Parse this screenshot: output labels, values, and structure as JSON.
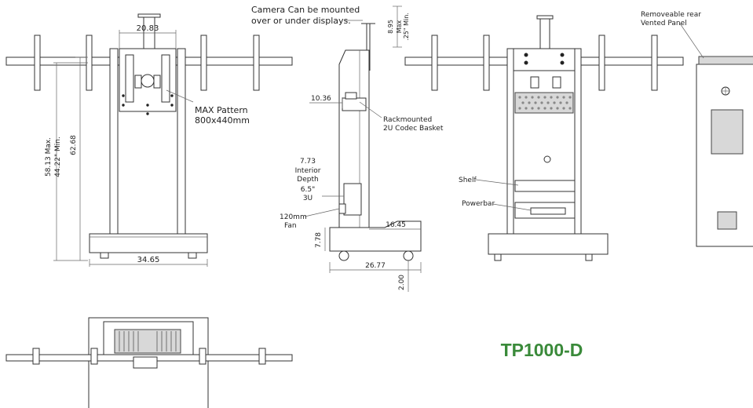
{
  "labels": {
    "camera_note_l1": "Camera Can be mounted",
    "camera_note_l2": "over or under displays.",
    "dim_8_95": "8.95",
    "dim_max": "Max",
    "dim_25_min": ".25\" Min.",
    "rear_panel_l1": "Removeable rear",
    "rear_panel_l2": "Vented Panel",
    "dim_20_83": "20.83",
    "max_pattern_l1": "MAX Pattern",
    "max_pattern_l2": "800x440mm",
    "dim_58_13": "58.13 Max.",
    "dim_44_22": "44.22\" Min.",
    "dim_62_68": "62.68",
    "dim_34_65": "34.65",
    "dim_10_36": "10.36",
    "rackmount_l1": "Rackmounted",
    "rackmount_l2": "2U Codec Basket",
    "dim_7_73": "7.73",
    "interior": "Interior",
    "depth": "Depth",
    "dim_6_5": "6.5\"",
    "dim_3u": "3U",
    "fan_l1": "120mm",
    "fan_l2": "Fan",
    "dim_16_45": "16.45",
    "dim_7_78": "7.78",
    "dim_26_77": "26.77",
    "dim_2_00": "2.00",
    "shelf": "Shelf",
    "powerbar": "Powerbar"
  },
  "product": {
    "model": "TP1000-D",
    "model_color": "#3a8a3a"
  }
}
